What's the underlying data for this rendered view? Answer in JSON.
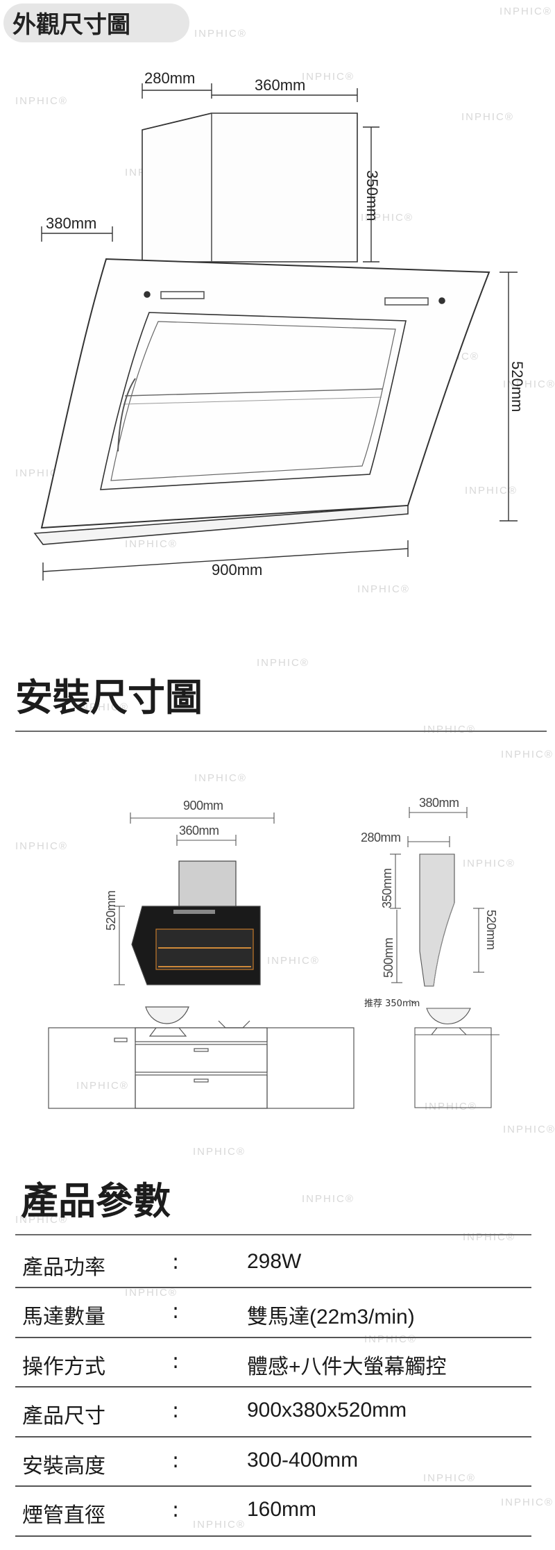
{
  "watermark": "INPHIC®",
  "section_exterior": {
    "title": "外觀尺寸圖",
    "dims": {
      "top_depth": "280mm",
      "chimney_width": "360mm",
      "chimney_height": "350mm",
      "panel_depth": "380mm",
      "panel_height": "520mm",
      "total_width": "900mm"
    }
  },
  "section_install": {
    "title": "安裝尺寸圖",
    "front": {
      "total_width": "900mm",
      "chimney_width": "360mm",
      "height": "520mm"
    },
    "side": {
      "depth": "380mm",
      "top_depth": "280mm",
      "chimney_height": "350mm",
      "height": "520mm",
      "span": "500mm",
      "recommend": "推荐 350mm"
    }
  },
  "section_specs": {
    "title": "產品參數",
    "colon": ":",
    "rows": [
      {
        "label": "產品功率",
        "value": "298W"
      },
      {
        "label": "馬達數量",
        "value": "雙馬達(22m3/min)"
      },
      {
        "label": "操作方式",
        "value": "體感+八件大螢幕觸控"
      },
      {
        "label": "產品尺寸",
        "value": "900x380x520mm"
      },
      {
        "label": "安裝高度",
        "value": "300-400mm"
      },
      {
        "label": "煙管直徑",
        "value": "160mm"
      }
    ]
  },
  "colors": {
    "pill": "#e6e6e6",
    "text": "#1c1c1c",
    "rule": "#6a6a6a",
    "watermark": "#d8d8d8"
  }
}
